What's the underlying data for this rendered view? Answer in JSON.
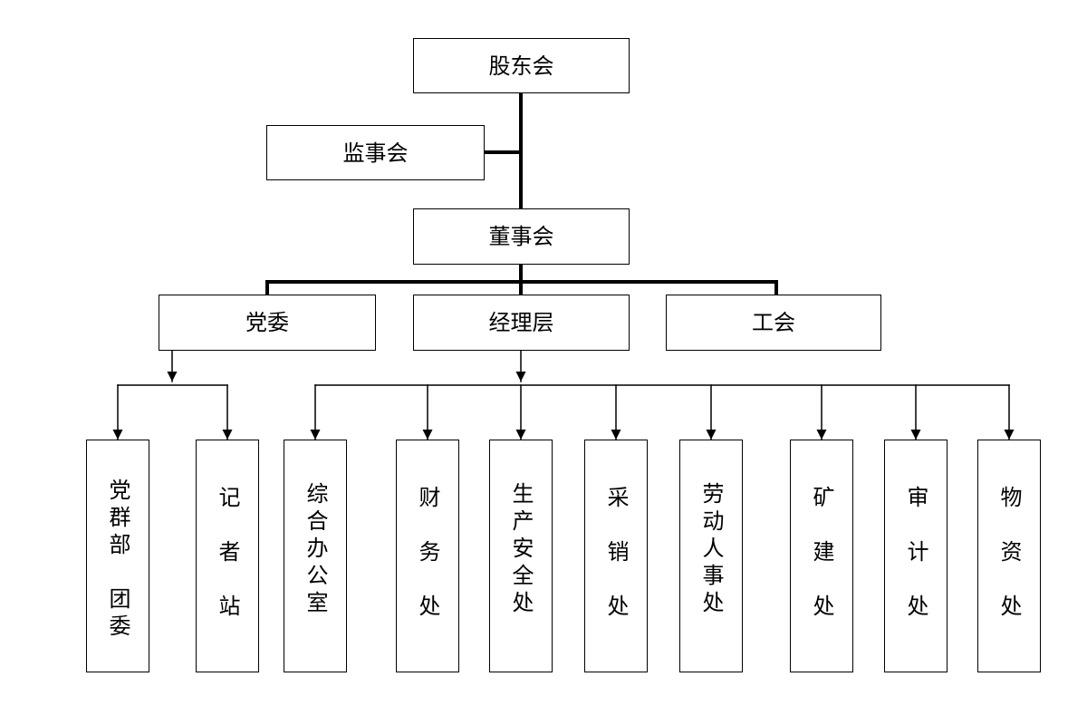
{
  "nodes": {
    "shareholders": "股东会",
    "supervisory_board": "监事会",
    "board": "董事会",
    "party_committee": "党委",
    "management": "经理层",
    "union": "工会"
  },
  "party_departments": [
    "党群部　团委",
    "记者站"
  ],
  "management_departments": [
    "综合办公室",
    "财务处",
    "生产安全处",
    "采销处",
    "劳动人事处",
    "矿建处",
    "审计处",
    "物资处"
  ]
}
